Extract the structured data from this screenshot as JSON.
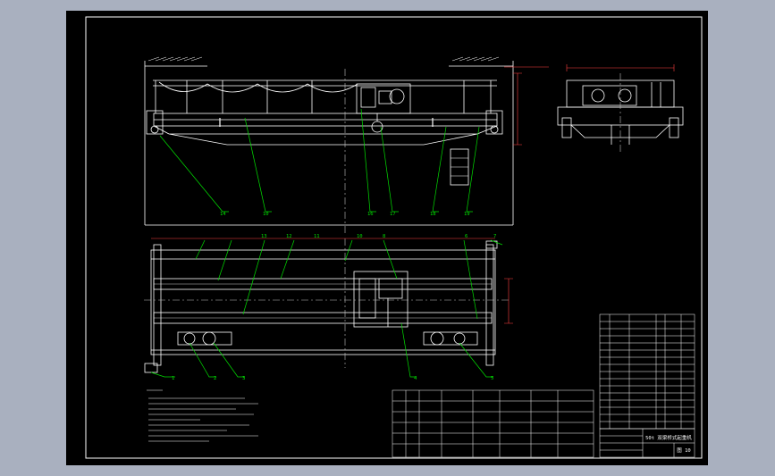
{
  "colors": {
    "background": "#a9b0bf",
    "sheet": "#000000",
    "outline": "#ffffff",
    "leader": "#00e000",
    "dimension": "#ff4040",
    "centerline": "#c0c0c0"
  },
  "leaders_elevation": [
    "14",
    "10",
    "16",
    "17",
    "18",
    "19"
  ],
  "leaders_plan_top": [
    "13",
    "12",
    "11",
    "10",
    "8",
    "6",
    "7"
  ],
  "leaders_plan_bottom": [
    "1",
    "2",
    "3",
    "4",
    "5"
  ],
  "title_block": {
    "drawing_name": "50t 双梁桥式起重机",
    "sheet_no": "图 10"
  }
}
